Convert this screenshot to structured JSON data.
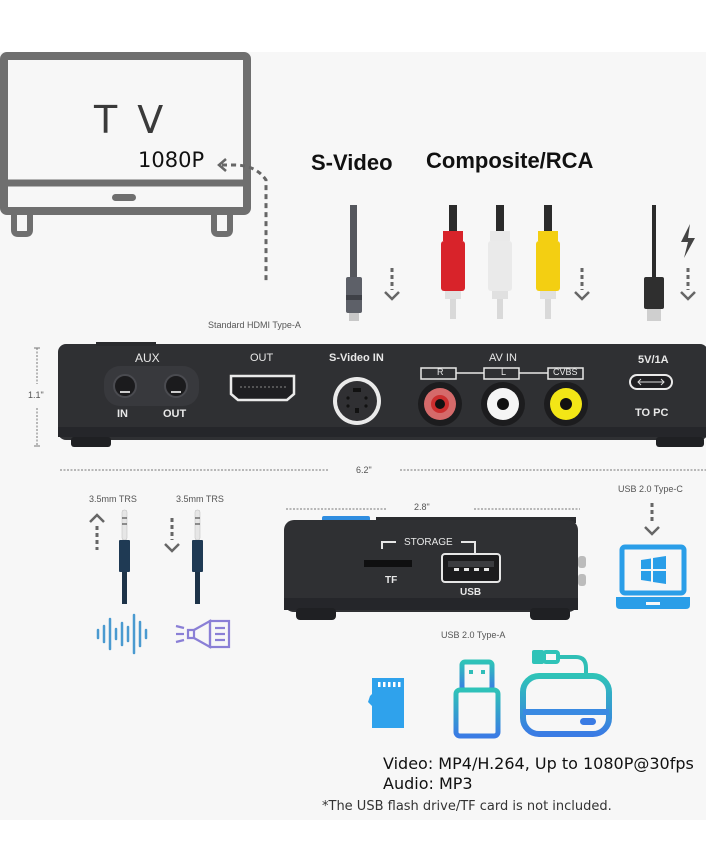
{
  "tv": {
    "label": "T V",
    "resolution": "1080P"
  },
  "cables": {
    "svideo_title": "S-Video",
    "composite_title": "Composite/RCA",
    "hdmi_caption": "Standard HDMI Type-A"
  },
  "back_panel": {
    "aux_label": "AUX",
    "aux_in": "IN",
    "aux_out": "OUT",
    "hdmi_out": "OUT",
    "svideo_in": "S-Video IN",
    "av_in": "AV IN",
    "av_r": "R",
    "av_l": "L",
    "av_cvbs": "CVBS",
    "power_label": "5V/1A",
    "to_pc": "TO PC",
    "height_dim": "1.1\"",
    "width_dim": "6.2\""
  },
  "audio": {
    "in_caption": "3.5mm TRS",
    "out_caption": "3.5mm TRS"
  },
  "front_panel": {
    "depth_dim": "2.8\"",
    "storage_label": "STORAGE",
    "tf_label": "TF",
    "usb_label": "USB",
    "usb_type_a_caption": "USB 2.0 Type-A",
    "usb_type_c_caption": "USB 2.0 Type-C"
  },
  "specs": {
    "video": "Video: MP4/H.264, Up to 1080P@30fps",
    "audio": "Audio: MP3",
    "note": "*The USB flash drive/TF card is not included."
  },
  "colors": {
    "device_body": "#2f3033",
    "tv_outline": "#6f6f6f",
    "accent_blue": "#2a9ee8",
    "rca_red": "#d8232a",
    "rca_yellow": "#f3cf12",
    "rca_white": "#e9e9e9",
    "background": "#f7f7f7"
  }
}
